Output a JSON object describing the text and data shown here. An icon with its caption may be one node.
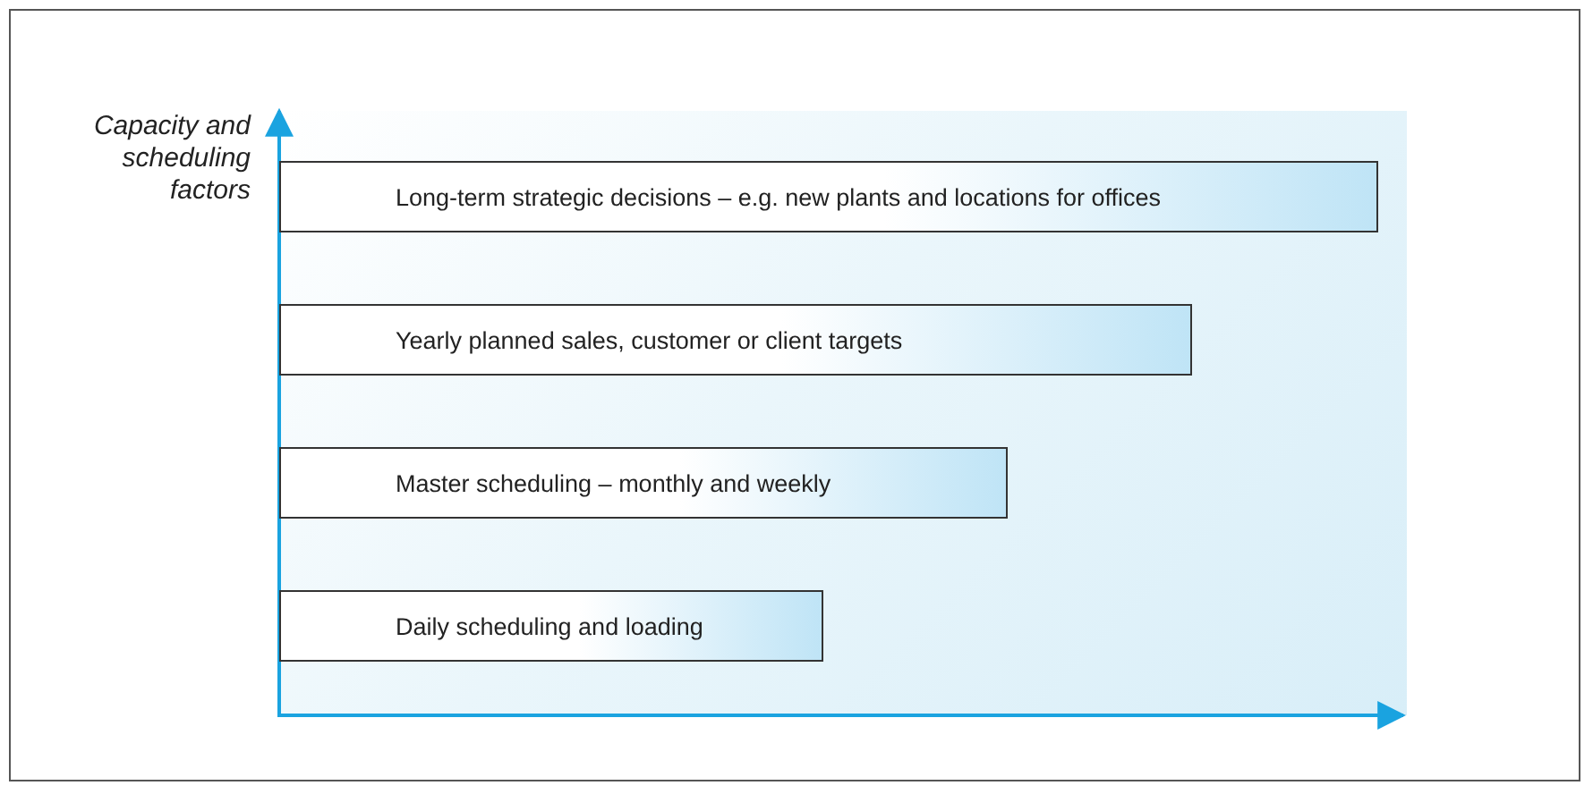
{
  "diagram": {
    "nodes": [
      {
        "text": [
          "Long-term strategic decisions – e.g. new plants and locations for offices"
        ]
      },
      {
        "text": [
          "Yearly planned sales, customer or client targets"
        ]
      },
      {
        "text": [
          "Master scheduling – monthly and weekly"
        ]
      },
      {
        "text": [
          "Daily scheduling and loading"
        ]
      }
    ],
    "labels": [
      "Capacity and scheduling factors"
    ]
  }
}
